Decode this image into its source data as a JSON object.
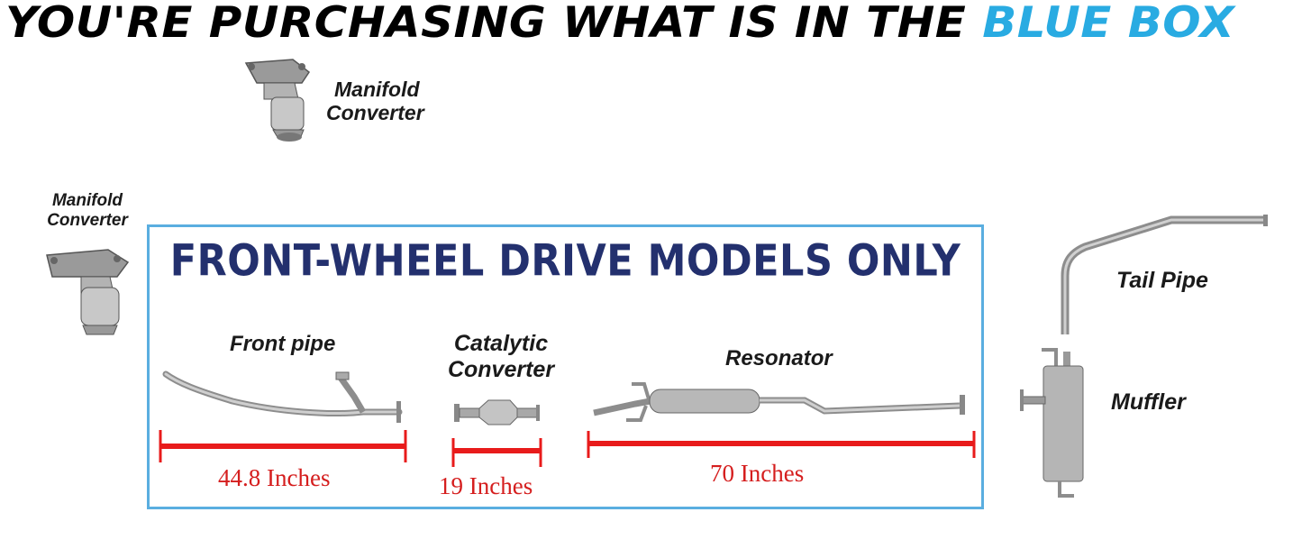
{
  "headline": {
    "prefix": "YOU'RE PURCHASING WHAT IS IN THE",
    "highlight": "BLUE BOX"
  },
  "banner": "FRONT-WHEEL DRIVE MODELS ONLY",
  "parts": {
    "manifold_top": {
      "line1": "Manifold",
      "line2": "Converter"
    },
    "manifold_left": {
      "line1": "Manifold",
      "line2": "Converter"
    },
    "front_pipe": {
      "label": "Front pipe",
      "length": "44.8 Inches"
    },
    "catalytic": {
      "line1": "Catalytic",
      "line2": "Converter",
      "length": "19 Inches"
    },
    "resonator": {
      "label": "Resonator",
      "length": "70 Inches"
    },
    "tail_pipe": {
      "label": "Tail Pipe"
    },
    "muffler": {
      "label": "Muffler"
    }
  },
  "colors": {
    "highlight": "#29abe2",
    "box_border": "#5aaee0",
    "banner": "#23306e",
    "measure": "#d51e1e"
  }
}
